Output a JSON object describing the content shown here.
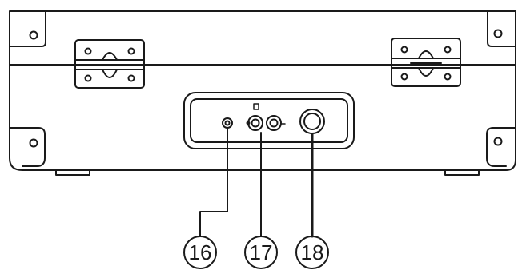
{
  "callouts": [
    {
      "label": "16"
    },
    {
      "label": "17"
    },
    {
      "label": "18"
    }
  ],
  "colors": {
    "line": "#1a1a1a",
    "background": "#ffffff"
  }
}
